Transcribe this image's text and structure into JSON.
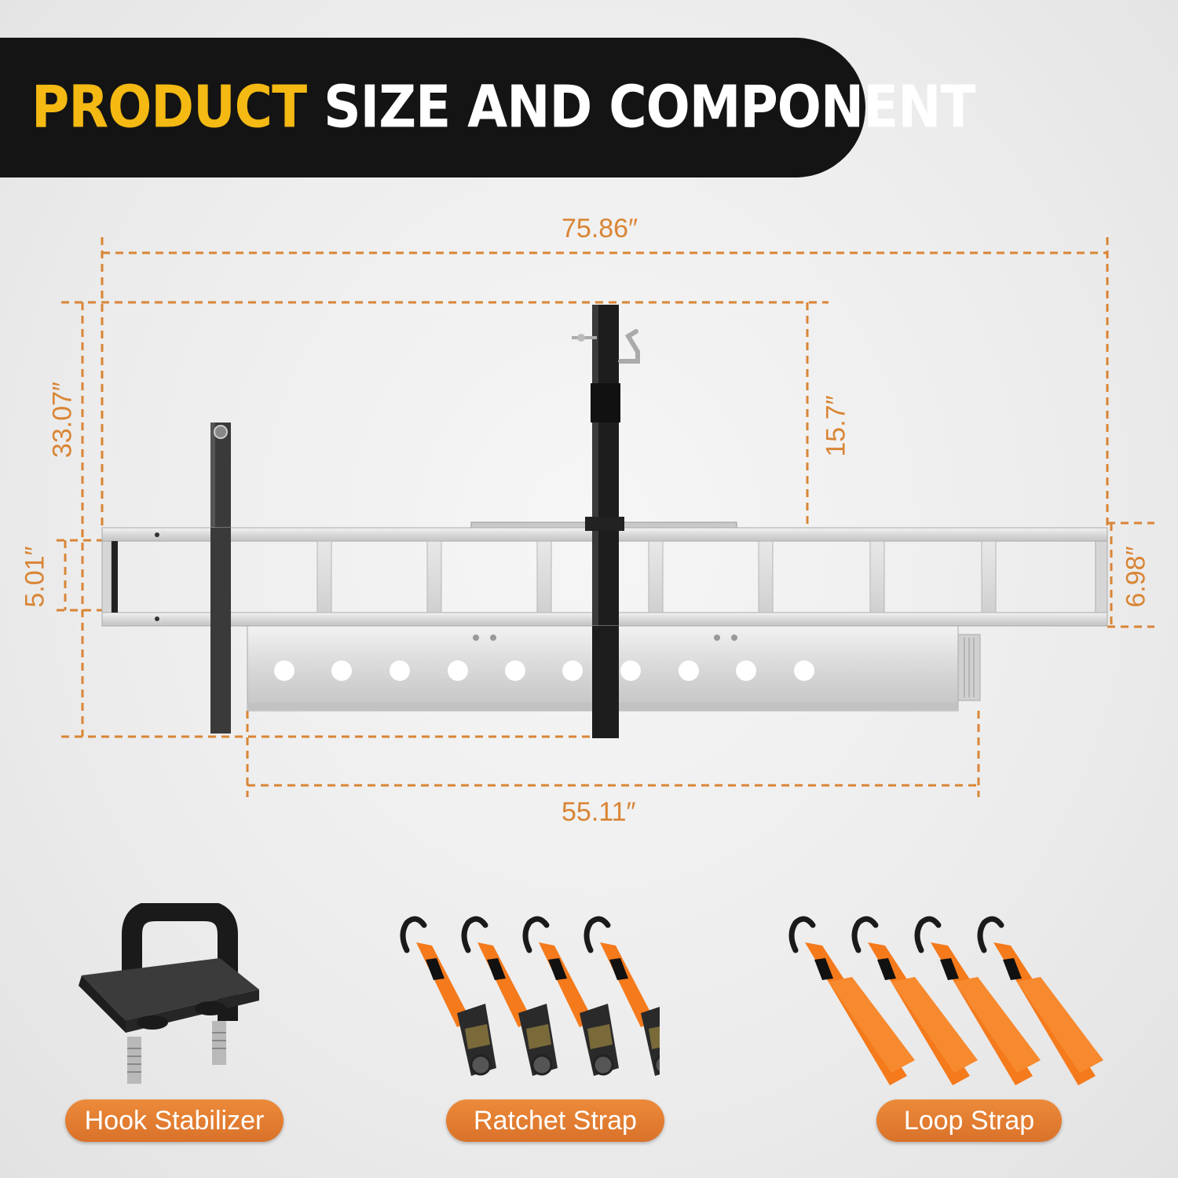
{
  "header": {
    "title_accent": "PRODUCT",
    "title_rest": "SIZE AND COMPONENT"
  },
  "dimensions": {
    "overall_width": "75.86″",
    "overall_height": "33.07″",
    "mast_height": "15.7″",
    "platform_depth_left": "5.01″",
    "platform_depth_right": "6.98″",
    "ramp_length": "55.11″"
  },
  "components": [
    {
      "label": "Hook Stabilizer",
      "icon": "hitch-tightener-icon"
    },
    {
      "label": "Ratchet Strap",
      "icon": "ratchet-strap-icon",
      "count": 4
    },
    {
      "label": "Loop Strap",
      "icon": "loop-strap-icon",
      "count": 4
    }
  ],
  "colors": {
    "banner": "#141414",
    "accent_yellow": "#f4b912",
    "dimension_orange": "#d98535",
    "pill_orange": "#e47f33",
    "strap_orange": "#f47a1c"
  }
}
